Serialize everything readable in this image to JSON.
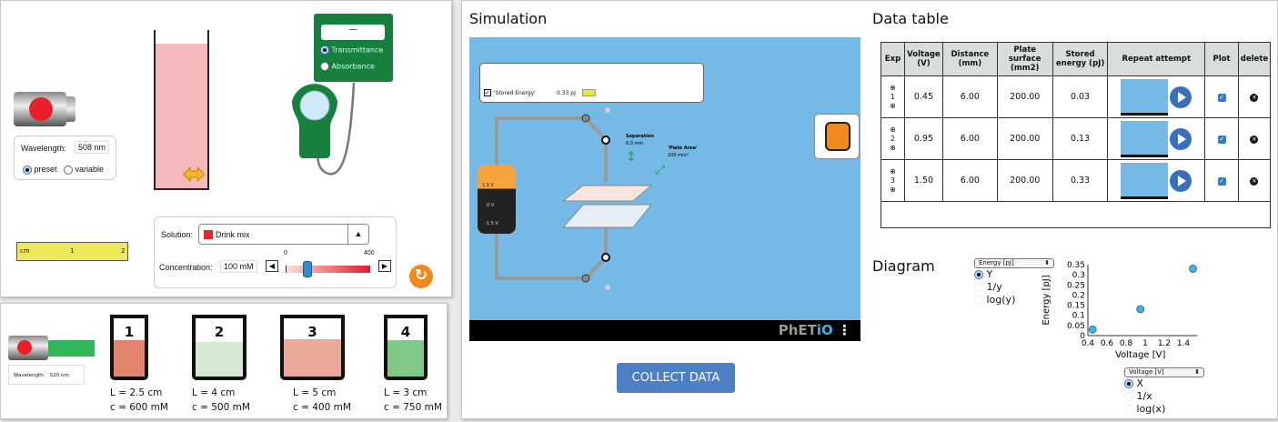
{
  "beers_law": {
    "meter": {
      "reading": "—",
      "modes": [
        "Transmittance",
        "Absorbance"
      ],
      "selected": "Transmittance"
    },
    "wavelength": {
      "label": "Wavelength:",
      "value": "508 nm",
      "options": [
        "preset",
        "variable"
      ],
      "selected": "preset"
    },
    "ruler": {
      "unit": "cm",
      "ticks": [
        "1",
        "2"
      ]
    },
    "solution": {
      "label": "Solution:",
      "value": "Drink mix",
      "color": "#e8262b"
    },
    "concentration": {
      "label": "Concentration:",
      "value": "100 mM",
      "min": "0",
      "max": "400",
      "fraction": 0.25
    }
  },
  "beakers_panel": {
    "wavelength_label": "Wavelength:",
    "wavelength_value": "520 nm",
    "beakers": [
      {
        "num": "1",
        "L": "L = 2.5 cm",
        "c": "c = 600 mM",
        "color": "#e4846c"
      },
      {
        "num": "2",
        "L": "L = 4 cm",
        "c": "c = 500 mM",
        "color": "#d4ebd2"
      },
      {
        "num": "3",
        "L": "L = 5 cm",
        "c": "c = 400 mM",
        "color": "#eba999"
      },
      {
        "num": "4",
        "L": "L = 3 cm",
        "c": "c = 750 mM",
        "color": "#82c785"
      }
    ]
  },
  "simulation": {
    "title": "Simulation",
    "stored_energy_label": "'Stored Energy'",
    "stored_energy_value": "0.33 pJ",
    "battery": {
      "top": "1.5 V",
      "mid": "0 V",
      "bottom": "-1.5 V"
    },
    "separation_label": "Separation",
    "separation_value": "6.0 mm",
    "plate_area_label": "'Plate Area'",
    "plate_area_value": "200 mm²",
    "brand": "PhET",
    "brand_io": "iO",
    "collect_button": "COLLECT DATA"
  },
  "data_table": {
    "title": "Data table",
    "headers": [
      "Exp",
      "Voltage (V)",
      "Distance (mm)",
      "Plate surface (mm2)",
      "Stored energy (pJ)",
      "Repeat attempt",
      "Plot",
      "delete"
    ],
    "rows": [
      {
        "exp": "1",
        "voltage": "0.45",
        "distance": "6.00",
        "plate": "200.00",
        "energy": "0.03",
        "plot": true
      },
      {
        "exp": "2",
        "voltage": "0.95",
        "distance": "6.00",
        "plate": "200.00",
        "energy": "0.13",
        "plot": true
      },
      {
        "exp": "3",
        "voltage": "1.50",
        "distance": "6.00",
        "plate": "200.00",
        "energy": "0.33",
        "plot": true
      }
    ]
  },
  "diagram": {
    "title": "Diagram",
    "y_select": "Energy [pJ]",
    "y_options": [
      "Y",
      "1/y",
      "log(y)"
    ],
    "y_selected": "Y",
    "x_select": "Voltage [V]",
    "x_options": [
      "X",
      "1/x",
      "log(x)"
    ],
    "x_selected": "X"
  },
  "chart_data": {
    "type": "scatter",
    "xlabel": "Voltage [V]",
    "ylabel": "Energy [pJ]",
    "x": [
      0.45,
      0.95,
      1.5
    ],
    "y": [
      0.03,
      0.13,
      0.33
    ],
    "xlim": [
      0.4,
      1.5
    ],
    "ylim": [
      0,
      0.35
    ],
    "xticks": [
      "0.4",
      "0.6",
      "0.8",
      "1",
      "1.2",
      "1.4"
    ],
    "yticks": [
      "0",
      "0.05",
      "0.1",
      "0.15",
      "0.2",
      "0.25",
      "0.3",
      "0.35"
    ],
    "color": "#3cb6e3"
  }
}
